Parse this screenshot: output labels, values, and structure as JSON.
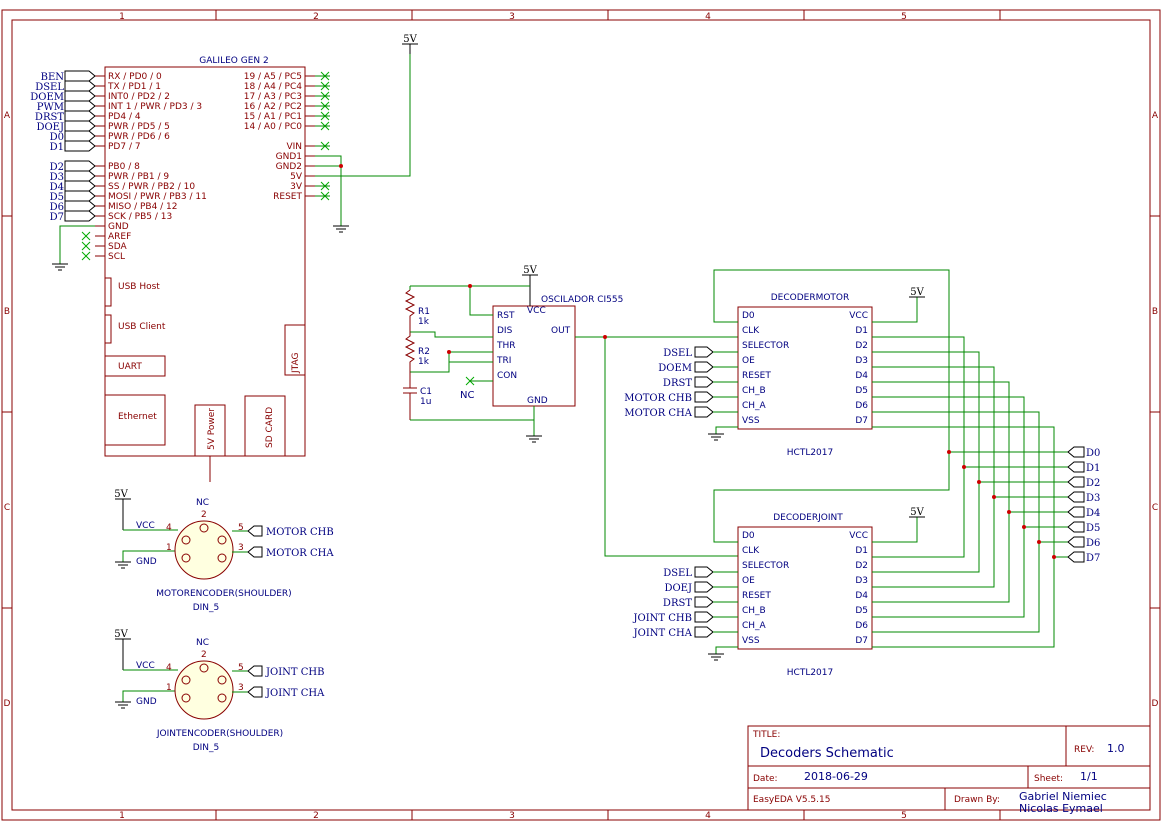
{
  "frame": {
    "col_labels": [
      "1",
      "2",
      "3",
      "4",
      "5"
    ],
    "row_labels": [
      "A",
      "B",
      "C",
      "D"
    ]
  },
  "galileo": {
    "title": "GALILEO GEN 2",
    "left_pins": [
      "RX / PD0 / 0",
      "TX / PD1 / 1",
      "INT0 / PD2 / 2",
      "INT 1 / PWR / PD3 / 3",
      "PD4 / 4",
      "PWR / PD5 / 5",
      "PWR / PD6 / 6",
      "PD7 / 7",
      "PB0 / 8",
      "PWR / PB1 / 9",
      "SS / PWR / PB2 / 10",
      "MOSI / PWR / PB3 / 11",
      "MISO / PB4 / 12",
      "SCK / PB5 / 13",
      "GND",
      "AREF",
      "SDA",
      "SCL"
    ],
    "left_nets": [
      "BEN",
      "DSEL",
      "DOEM",
      "PWM",
      "DRST",
      "DOEJ",
      "D0",
      "D1",
      "D2",
      "D3",
      "D4",
      "D5",
      "D6",
      "D7"
    ],
    "right_pins": [
      "19 / A5 / PC5",
      "18 / A4 / PC4",
      "17 / A3 / PC3",
      "16 / A2 / PC2",
      "15 / A1 / PC1",
      "14 / A0 / PC0",
      "VIN",
      "GND1",
      "GND2",
      "5V",
      "3V",
      "RESET"
    ],
    "boxes": [
      "USB Host",
      "USB Client",
      "UART",
      "Ethernet",
      "5V Power",
      "SD CARD",
      "JTAG"
    ]
  },
  "power_label": "5V",
  "oscillator": {
    "title": "OSCILADOR CI555",
    "pins_left": [
      "RST",
      "DIS",
      "THR",
      "TRI",
      "CON"
    ],
    "vcc": "VCC",
    "out": "OUT",
    "gnd": "GND",
    "nc": "NC",
    "r1": "R1",
    "r1_val": "1k",
    "r2": "R2",
    "r2_val": "1k",
    "c1": "C1",
    "c1_val": "1u"
  },
  "decoder_motor": {
    "title": "DECODERMOTOR",
    "part": "HCTL2017",
    "left_pins": [
      "D0",
      "CLK",
      "SELECTOR",
      "OE",
      "RESET",
      "CH_B",
      "CH_A",
      "VSS"
    ],
    "right_pins": [
      "VCC",
      "D1",
      "D2",
      "D3",
      "D4",
      "D5",
      "D6",
      "D7"
    ],
    "left_nets": [
      "DSEL",
      "DOEM",
      "DRST",
      "MOTOR CHB",
      "MOTOR CHA"
    ]
  },
  "decoder_joint": {
    "title": "DECODERJOINT",
    "part": "HCTL2017",
    "left_pins": [
      "D0",
      "CLK",
      "SELECTOR",
      "OE",
      "RESET",
      "CH_B",
      "CH_A",
      "VSS"
    ],
    "right_pins": [
      "VCC",
      "D1",
      "D2",
      "D3",
      "D4",
      "D5",
      "D6",
      "D7"
    ],
    "left_nets": [
      "DSEL",
      "DOEJ",
      "DRST",
      "JOINT CHB",
      "JOINT CHA"
    ]
  },
  "bus_outputs": [
    "D0",
    "D1",
    "D2",
    "D3",
    "D4",
    "D5",
    "D6",
    "D7"
  ],
  "motor_encoder": {
    "name": "MOTORENCODER(SHOULDER)",
    "package": "DIN_5",
    "vcc": "VCC",
    "gnd": "GND",
    "nc": "NC",
    "pin_nums": [
      "2",
      "4",
      "5",
      "1",
      "3"
    ],
    "net_b": "MOTOR CHB",
    "net_a": "MOTOR CHA"
  },
  "joint_encoder": {
    "name": "JOINTENCODER(SHOULDER)",
    "package": "DIN_5",
    "vcc": "VCC",
    "gnd": "GND",
    "nc": "NC",
    "pin_nums": [
      "2",
      "4",
      "5",
      "1",
      "3"
    ],
    "net_b": "JOINT CHB",
    "net_a": "JOINT CHA"
  },
  "title_block": {
    "title_label": "TITLE:",
    "title": "Decoders Schematic",
    "rev_label": "REV:",
    "rev": "1.0",
    "date_label": "Date:",
    "date": "2018-06-29",
    "sheet_label": "Sheet:",
    "sheet": "1/1",
    "tool": "EasyEDA V5.5.15",
    "drawn_label": "Drawn By:",
    "author1": "Gabriel Niemiec",
    "author2": "Nicolas Eymael"
  },
  "colors": {
    "frame": "#880000",
    "wire": "#008800",
    "net_label": "#000080",
    "component": "#880000",
    "body": "#ffffe0"
  }
}
